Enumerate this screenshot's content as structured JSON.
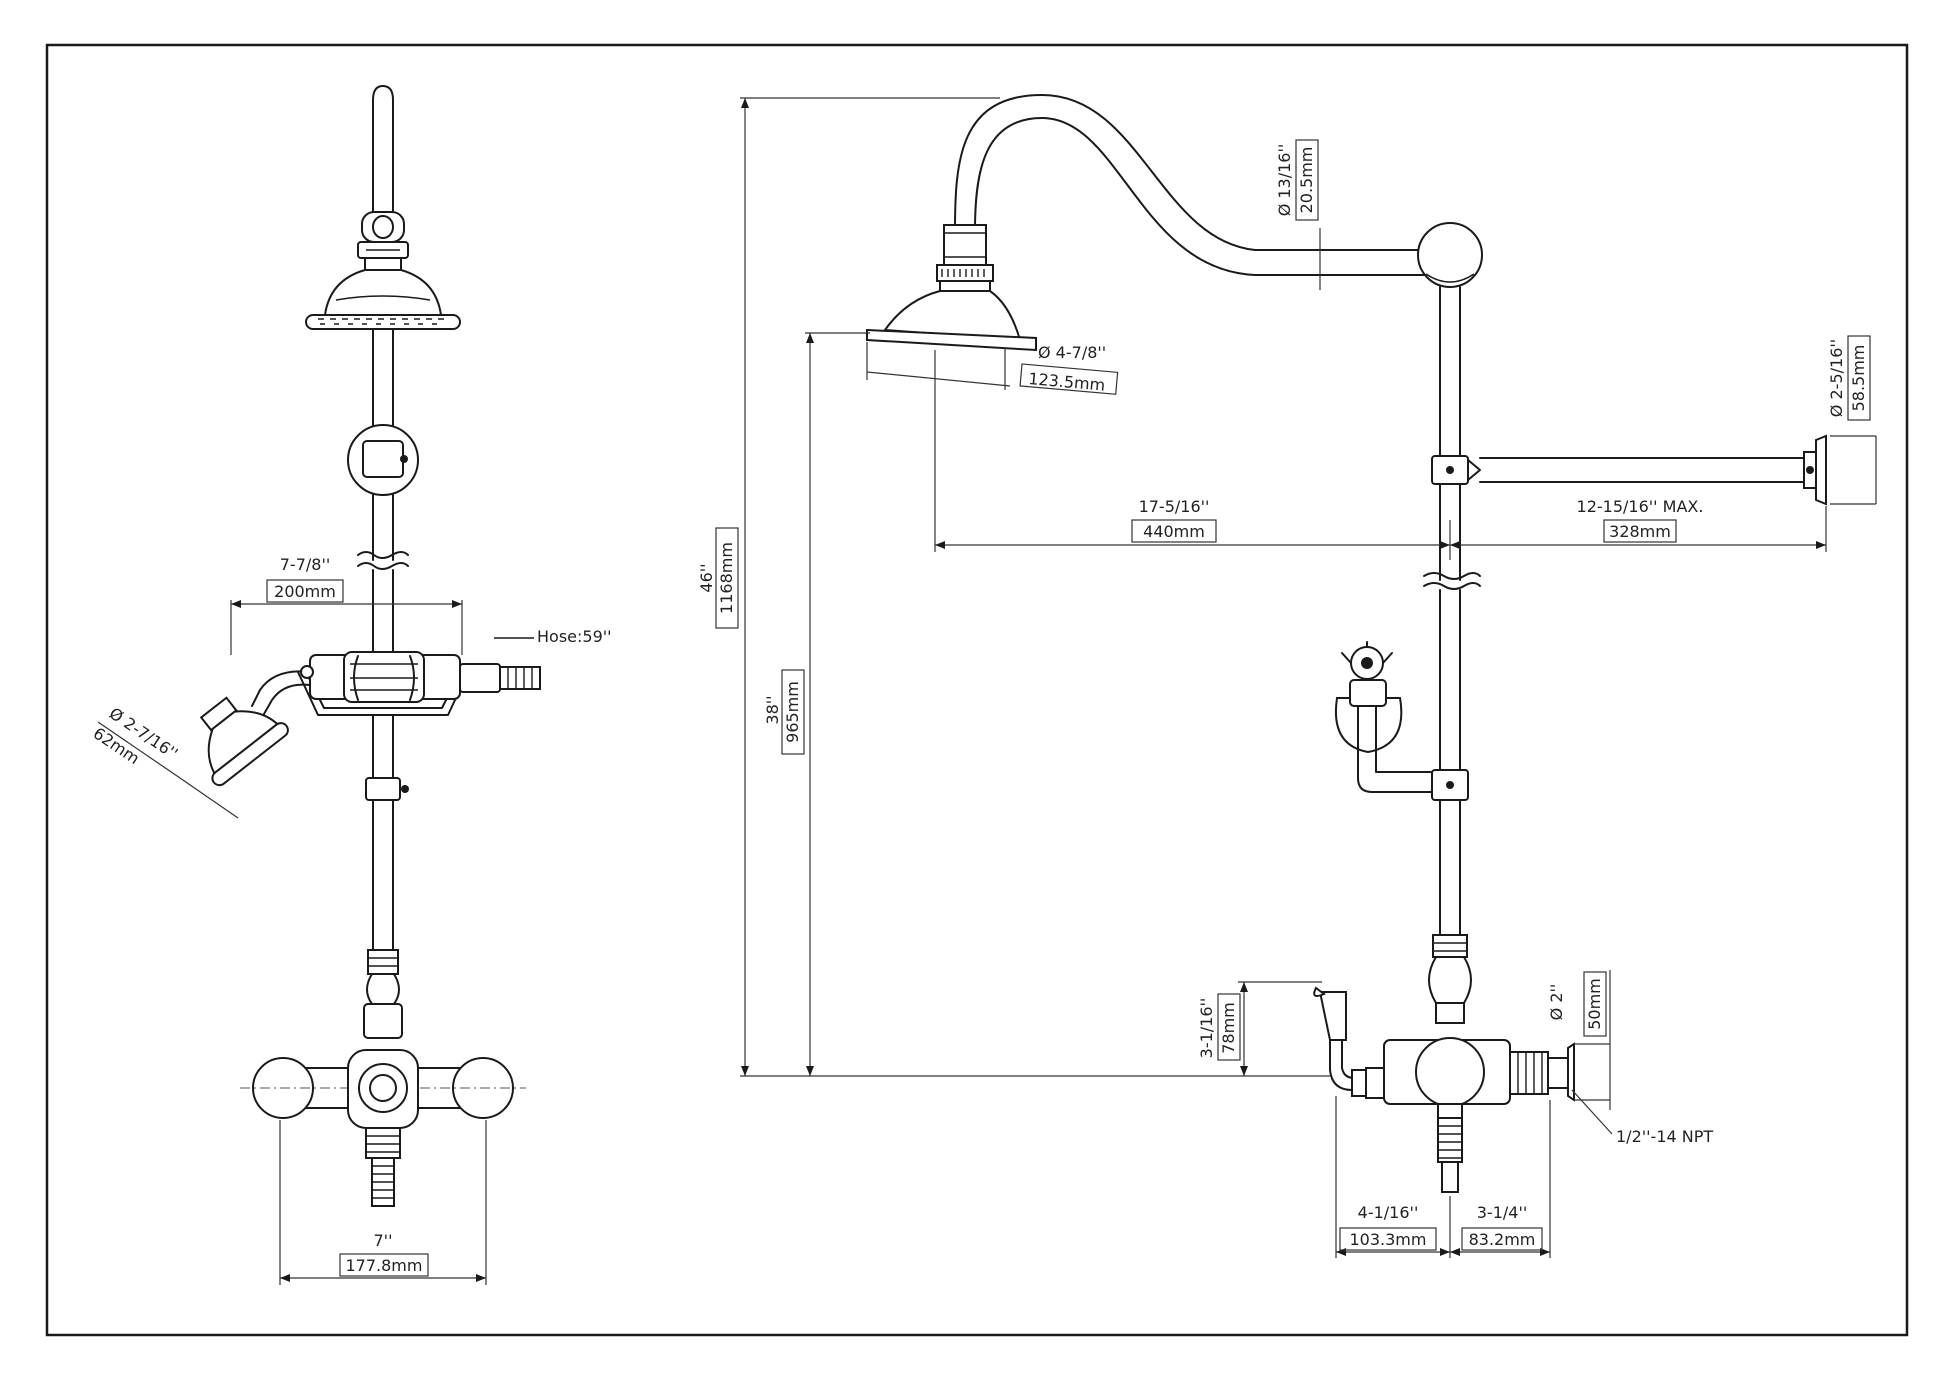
{
  "dimensions": {
    "spray_span_in": "7-7/8''",
    "spray_span_mm": "200mm",
    "hose": "Hose:59''",
    "handshower_dia_in": "Ø 2-7/16''",
    "handshower_dia_mm": "62mm",
    "valve_centers_in": "7''",
    "valve_centers_mm": "177.8mm",
    "overall_height_in": "46''",
    "overall_height_mm": "1168mm",
    "head_height_in": "38''",
    "head_height_mm": "965mm",
    "arm_dia_in": "Ø 13/16''",
    "arm_dia_mm": "20.5mm",
    "head_dia_in": "Ø 4-7/8''",
    "head_dia_mm": "123.5mm",
    "flange_dia_in": "Ø 2-5/16''",
    "flange_dia_mm": "58.5mm",
    "reach_in": "17-5/16''",
    "reach_mm": "440mm",
    "wall_max_in": "12-15/16'' MAX.",
    "wall_max_mm": "328mm",
    "handle_height_in": "3-1/16''",
    "handle_height_mm": "78mm",
    "inlet_dia_in": "Ø 2''",
    "inlet_dia_mm": "50mm",
    "thread": "1/2''-14 NPT",
    "valve_depth_in": "4-1/16''",
    "valve_depth_mm": "103.3mm",
    "inlet_depth_in": "3-1/4''",
    "inlet_depth_mm": "83.2mm"
  }
}
